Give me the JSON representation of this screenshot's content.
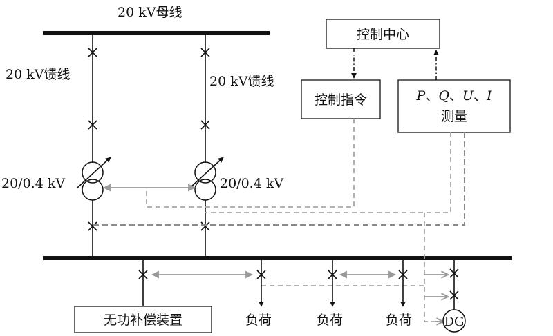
{
  "diagram": {
    "busbar_label": "20 kV母线",
    "feeder_left_label": "20 kV馈线",
    "feeder_right_label": "20 kV馈线",
    "transformer_left_label": "20/0.4 kV",
    "transformer_right_label": "20/0.4 kV",
    "control_center_label": "控制中心",
    "control_command_label": "控制指令",
    "measurement": {
      "p": "P",
      "q": "Q",
      "u": "U",
      "i": "I",
      "separator": "、",
      "line2": "测量"
    },
    "reactive_device_label": "无功补偿装置",
    "load_label_1": "负荷",
    "load_label_2": "负荷",
    "load_label_3": "负荷",
    "dg_label": "DG"
  }
}
